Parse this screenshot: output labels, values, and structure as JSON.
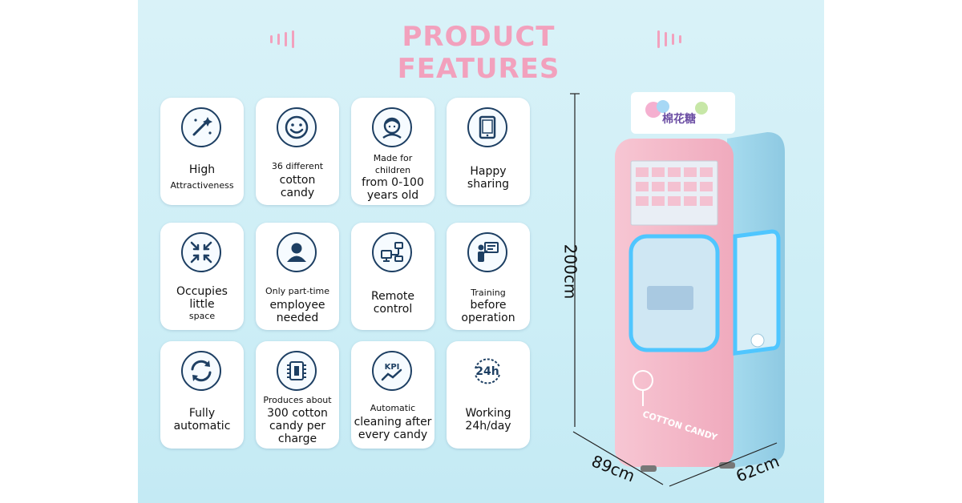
{
  "title": "PRODUCT FEATURES",
  "features": [
    {
      "icon": "magic-wand-icon",
      "lines": [
        {
          "t": "High",
          "s": "big"
        },
        {
          "t": "Attractiveness",
          "s": "small"
        }
      ]
    },
    {
      "icon": "smiley-icon",
      "lines": [
        {
          "t": "36 different",
          "s": "small"
        },
        {
          "t": "cotton",
          "s": "big"
        },
        {
          "t": "candy",
          "s": "big"
        }
      ]
    },
    {
      "icon": "child-face-icon",
      "lines": [
        {
          "t": "Made for",
          "s": "small"
        },
        {
          "t": "children",
          "s": "small"
        },
        {
          "t": "from 0-100",
          "s": "big"
        },
        {
          "t": "years old",
          "s": "big"
        }
      ]
    },
    {
      "icon": "tablet-icon",
      "lines": [
        {
          "t": "Happy",
          "s": "big"
        },
        {
          "t": "sharing",
          "s": "big"
        }
      ]
    },
    {
      "icon": "compress-arrows-icon",
      "lines": [
        {
          "t": "Occupies",
          "s": "big"
        },
        {
          "t": "little",
          "s": "big"
        },
        {
          "t": "space",
          "s": "small"
        }
      ]
    },
    {
      "icon": "person-icon",
      "lines": [
        {
          "t": "Only part-time",
          "s": "small"
        },
        {
          "t": "employee",
          "s": "big"
        },
        {
          "t": "needed",
          "s": "big"
        }
      ]
    },
    {
      "icon": "remote-network-icon",
      "lines": [
        {
          "t": "Remote",
          "s": "big"
        },
        {
          "t": "control",
          "s": "big"
        }
      ]
    },
    {
      "icon": "training-board-icon",
      "lines": [
        {
          "t": "Training",
          "s": "small"
        },
        {
          "t": "before",
          "s": "big"
        },
        {
          "t": "operation",
          "s": "big"
        }
      ]
    },
    {
      "icon": "sync-arrows-icon",
      "lines": [
        {
          "t": "Fully",
          "s": "big"
        },
        {
          "t": "automatic",
          "s": "big"
        }
      ]
    },
    {
      "icon": "battery-chip-icon",
      "lines": [
        {
          "t": "Produces about",
          "s": "small"
        },
        {
          "t": "300 cotton",
          "s": "big"
        },
        {
          "t": "candy per",
          "s": "big"
        },
        {
          "t": "charge",
          "s": "big"
        }
      ]
    },
    {
      "icon": "kpi-chart-icon",
      "lines": [
        {
          "t": "Automatic",
          "s": "small"
        },
        {
          "t": "cleaning after",
          "s": "big"
        },
        {
          "t": "every candy",
          "s": "big"
        }
      ]
    },
    {
      "icon": "24h-clock-icon",
      "lines": [
        {
          "t": "Working",
          "s": "big"
        },
        {
          "t": "24h/day",
          "s": "big"
        }
      ]
    }
  ],
  "machine": {
    "panel_text": "COTTON CANDY",
    "height_label": "200cm",
    "depth_label": "89cm",
    "width_label": "62cm"
  },
  "colors": {
    "background": "#cdeef6",
    "title": "#f2a1bd",
    "icon_stroke": "#1d3f63",
    "machine_pink": "#f4b9c9",
    "machine_blue": "#9fd4ea",
    "glow": "#4fc6ff"
  }
}
